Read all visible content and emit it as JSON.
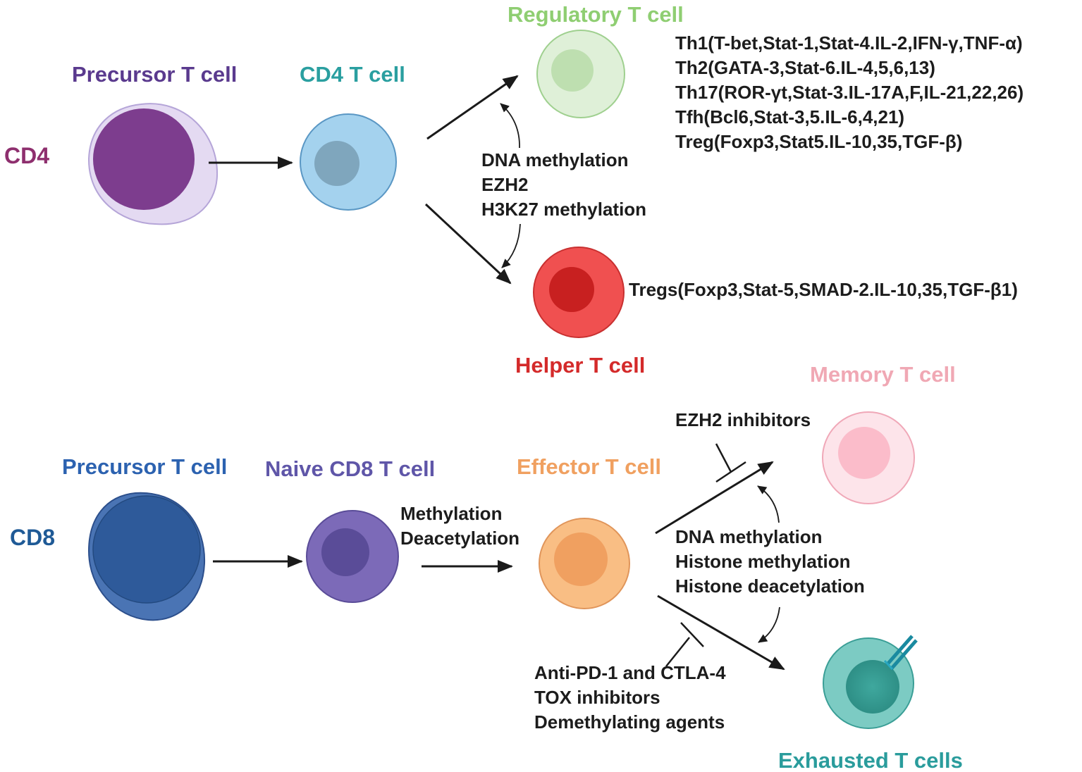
{
  "cd4_section": {
    "side_label": "CD4",
    "precursor_title": "Precursor T cell",
    "cd4_title": "CD4 T cell",
    "regulatory_title": "Regulatory T cell",
    "helper_title": "Helper T cell",
    "mechanisms": [
      "DNA methylation",
      "EZH2",
      "H3K27 methylation"
    ],
    "regulatory_factors": [
      "Th1(T-bet,Stat-1,Stat-4.IL-2,IFN-γ,TNF-α)",
      "Th2(GATA-3,Stat-6.IL-4,5,6,13)",
      "Th17(ROR-γt,Stat-3.IL-17A,F,IL-21,22,26)",
      "Tfh(Bcl6,Stat-3,5.IL-6,4,21)",
      "Treg(Foxp3,Stat5.IL-10,35,TGF-β)"
    ],
    "helper_factors": "Tregs(Foxp3,Stat-5,SMAD-2.IL-10,35,TGF-β1)"
  },
  "cd8_section": {
    "side_label": "CD8",
    "precursor_title": "Precursor T cell",
    "naive_title": "Naive CD8 T cell",
    "effector_title": "Effector T cell",
    "memory_title": "Memory T cell",
    "exhausted_title": "Exhausted T cells",
    "naive_to_effector": [
      "Methylation",
      "Deacetylation"
    ],
    "memory_inhibitor": "EZH2 inhibitors",
    "mechanisms": [
      "DNA methylation",
      "Histone methylation",
      "Histone deacetylation"
    ],
    "exhausted_inhibitors": [
      "Anti-PD-1 and CTLA-4",
      "TOX inhibitors",
      "Demethylating agents"
    ]
  },
  "colors": {
    "cd4_side": "#8e2f6e",
    "precursor_cd4": "#5a3a8e",
    "cd4_cell": "#2a9fa0",
    "regulatory": "#8fce72",
    "helper": "#d42a2a",
    "cd8_side": "#1f5a96",
    "precursor_cd8": "#2c62b0",
    "naive": "#5f56a8",
    "effector": "#f0a060",
    "memory": "#f0a8b4",
    "exhausted": "#2a9c9c",
    "arrow": "#1a1a1a"
  }
}
